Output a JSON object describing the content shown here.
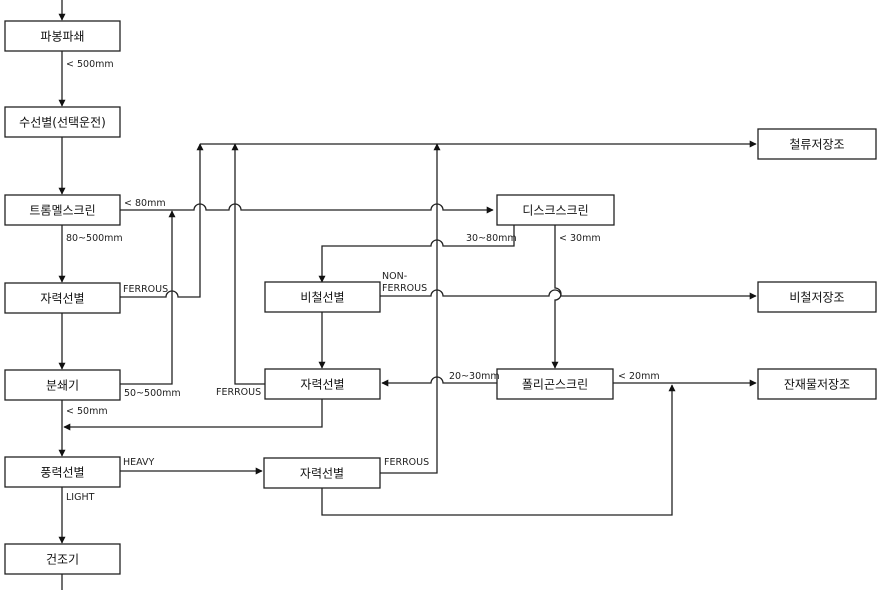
{
  "boxes": {
    "crusher1": "파봉파쇄",
    "hand_sort": "수선별(선택운전)",
    "trommel": "트롬멜스크린",
    "magnetic1": "자력선별",
    "shredder": "분쇄기",
    "air_classifier": "풍력선별",
    "dryer": "건조기",
    "disc_screen": "디스크스크린",
    "nonferrous_sep": "비철선별",
    "magnetic2": "자력선별",
    "magnetic3": "자력선별",
    "poly_screen": "폴리곤스크린",
    "store_top": "철류저장조",
    "store_mid": "비철저장조",
    "store_bottom": "잔재물저장조"
  },
  "labels": {
    "lt500": "< 500mm",
    "lt80": "< 80mm",
    "r80_500": "80~500mm",
    "ferrous1": "FERROUS",
    "r50_500": "50~500mm",
    "lt50": "< 50mm",
    "heavy": "HEAVY",
    "light": "LIGHT",
    "r30_80": "30~80mm",
    "lt30": "< 30mm",
    "nonferrous_1": "NON-",
    "nonferrous_2": "FERROUS",
    "ferrous2": "FERROUS",
    "r20_30": "20~30mm",
    "lt20": "< 20mm",
    "ferrous3": "FERROUS"
  }
}
